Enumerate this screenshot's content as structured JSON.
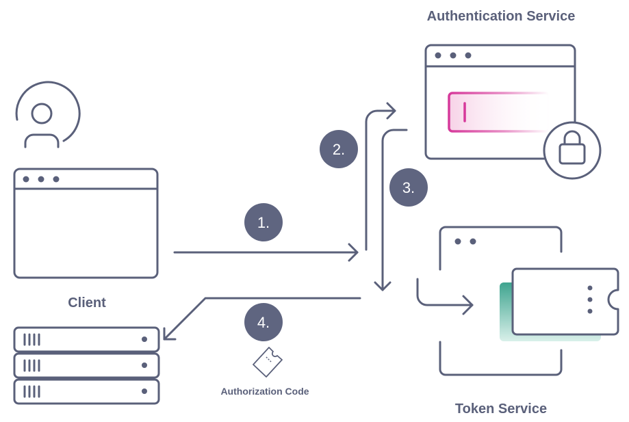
{
  "labels": {
    "auth_service": "Authentication Service",
    "client": "Client",
    "token_service": "Token Service",
    "authorization_code": "Authorization Code"
  },
  "steps": {
    "step1": "1.",
    "step2": "2.",
    "step3": "3.",
    "step4": "4."
  },
  "colors": {
    "line": "#5a607a",
    "step_badge": "#5f6580",
    "password_field": "#d6399a",
    "token_card": "#4cab98"
  },
  "icons": [
    "user-avatar-icon",
    "browser-window-icon",
    "lock-icon",
    "server-rack-icon",
    "ticket-icon",
    "password-field-icon"
  ]
}
